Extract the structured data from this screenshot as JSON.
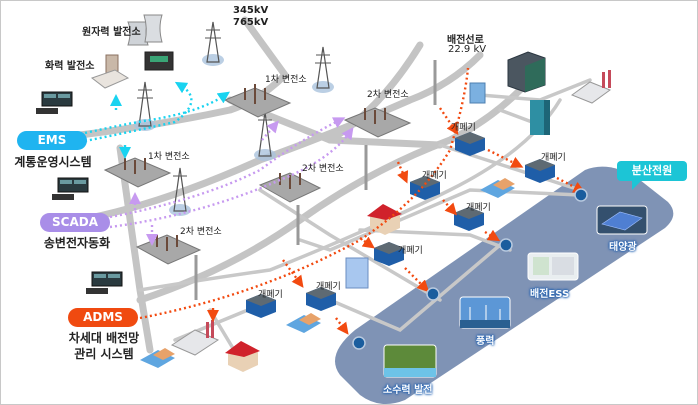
{
  "power_plants": {
    "nuclear": "원자력 발전소",
    "thermal": "화력 발전소"
  },
  "transmission_voltage": {
    "line1": "345kV",
    "line2": "765kV"
  },
  "distribution_line": {
    "title": "배전선로",
    "voltage": "22.9 kV"
  },
  "substations": {
    "primary_top": "1차 변전소",
    "secondary_top": "2차 변전소",
    "primary_mid": "1차 변전소",
    "secondary_mid": "2차 변전소",
    "secondary_low": "2차 변전소"
  },
  "switches": [
    "개폐기",
    "개폐기",
    "개폐기",
    "개폐기",
    "개폐기",
    "개폐기",
    "개폐기"
  ],
  "systems": [
    {
      "abbr": "EMS",
      "name": "계통운영시스템",
      "color": "#1fb4f0"
    },
    {
      "abbr": "SCADA",
      "name": "송변전자동화",
      "color": "#a98ee8"
    },
    {
      "abbr": "ADMS",
      "name_line1": "차세대 배전망",
      "name_line2": "관리 시스템",
      "color": "#f04a10"
    }
  ],
  "distributed_energy": {
    "callout": "분산전원",
    "sources": [
      "태양광",
      "배전ESS",
      "풍력",
      "소수력 발전"
    ]
  },
  "colors": {
    "ems_flow": "#19d3f0",
    "scada_flow": "#c79af0",
    "adms_flow": "#f24a10",
    "der_zone": "#7f93b5",
    "node": "#1a5d9e",
    "road": "#c4c4c4"
  }
}
